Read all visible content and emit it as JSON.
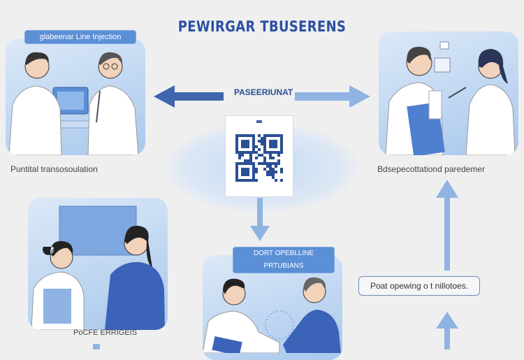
{
  "title": "PEWIRGAR TBUSERENS",
  "panels": {
    "top_left": {
      "label": "glabeenar Line Injection",
      "caption": "Puntital transosoulation"
    },
    "top_right": {
      "caption": "Bdsepecottationd paredemer"
    },
    "bottom_left": {
      "caption": "PoCFE ERRIGEIS"
    },
    "bottom_center": {
      "label": "DORT OPEBLLINE PRTUBIANS"
    }
  },
  "center_label": "PASEERIUNAT",
  "note_box": "Poat opewing o t nillotoes.",
  "colors": {
    "accent": "#2a50a3",
    "arrow": "#8fb4e3",
    "panel": "#b7d0ef",
    "scrubs": "#3b63b8"
  }
}
